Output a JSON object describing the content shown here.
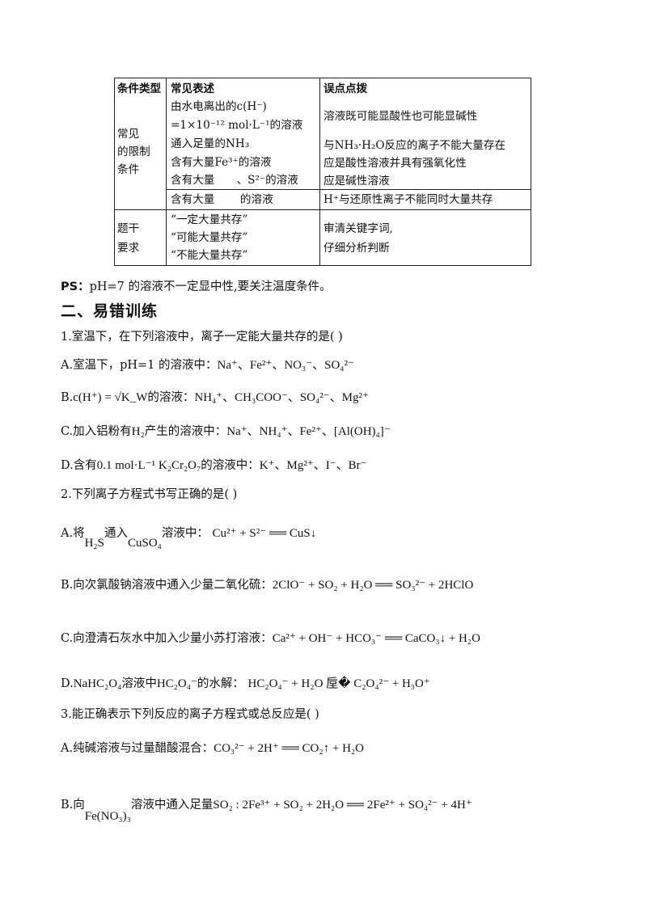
{
  "table": {
    "header": {
      "col1": "条件类型",
      "col2": "常见表述",
      "col3": "误点点拨"
    },
    "group1_label": [
      "常见",
      "的限制",
      "条件"
    ],
    "rows1": [
      "由水电离出的c(H⁻)",
      "=1×10⁻¹² mol·L⁻¹的溶液",
      "通入足量的NH₃",
      "含有大量Fe³⁺的溶液",
      "含有大量　　、S²⁻的溶液"
    ],
    "notes1": [
      "溶液既可能显酸性也可能显碱性",
      "与NH₃·H₂O反应的离子不能大量存在",
      "应是酸性溶液并具有强氧化性",
      "应是碱性溶液"
    ],
    "row_single": {
      "text": "含有大量　　 的溶液",
      "note": "H⁺与还原性离子不能同时大量共存"
    },
    "group2_label": [
      "题干",
      "要求"
    ],
    "rows2": [
      "“一定大量共存”",
      "“可能大量共存”",
      "“不能大量共存”"
    ],
    "notes2": [
      "审清关键字词,",
      "仔细分析判断"
    ]
  },
  "ps": {
    "label": "PS：",
    "text": "pH=7 的溶液不一定显中性,要关注温度条件。"
  },
  "section_title": "二、易错训练",
  "q1": {
    "stem": "1.室温下，在下列溶液中，离子一定能大量共存的是(    )",
    "a_text": "A.室温下，pH=1 的溶液中：",
    "a_ions": "Na⁺、Fe²⁺、NO₃⁻、SO₄²⁻",
    "b_prefix": "B.",
    "b_cond": "c(H⁺) = √K_W",
    "b_text": "的溶液：",
    "b_ions": "NH₄⁺、CH₃COO⁻、SO₄²⁻、Mg²⁺",
    "c_text": "C.加入铝粉有",
    "c_h2": "H₂",
    "c_text2": "产生的溶液中：",
    "c_ions": "Na⁺、NH₄⁺、Fe²⁺、[Al(OH)₄]⁻",
    "d_text": "D.含有",
    "d_cond": "0.1 mol·L⁻¹ K₂Cr₂O₇",
    "d_text2": "的溶液中：",
    "d_ions": "K⁺、Mg²⁺、I⁻、Br⁻"
  },
  "q2": {
    "stem": "2.下列离子方程式书写正确的是(    )",
    "a_text1": "A.将",
    "a_h2s": "H₂S",
    "a_text2": "通入",
    "a_cuso4": "CuSO₄",
    "a_text3": "溶液中：",
    "a_eq": "Cu²⁺ + S²⁻ ══ CuS↓",
    "b_text": "B.向次氯酸钠溶液中通入少量二氧化硫：",
    "b_eq": "2ClO⁻ + SO₂ + H₂O ══ SO₃²⁻ + 2HClO",
    "c_text": "C.向澄清石灰水中加入少量小苏打溶液：",
    "c_eq": "Ca²⁺ + OH⁻ + HCO₃⁻ ══ CaCO₃↓ + H₂O",
    "d_prefix": "D.",
    "d_salt": "NaHC₂O₄",
    "d_text": "溶液中",
    "d_ion": "HC₂O₄⁻",
    "d_text2": "的水解：",
    "d_eq": "HC₂O₄⁻ + H₂O 垕� C₂O₄²⁻ + H₃O⁺"
  },
  "q3": {
    "stem": "3.能正确表示下列反应的离子方程式或总反应是(    )",
    "a_text": "A.纯碱溶液与过量醋酸混合：",
    "a_eq": "CO₃²⁻ + 2H⁺ ══ CO₂↑ + H₂O",
    "b_text1": "B.向",
    "b_salt": "Fe(NO₃)₃",
    "b_text2": "溶液中通入足量",
    "b_eq": "SO₂ : 2Fe³⁺ + SO₂ + 2H₂O ══ 2Fe²⁺ + SO₄²⁻ + 4H⁺"
  }
}
